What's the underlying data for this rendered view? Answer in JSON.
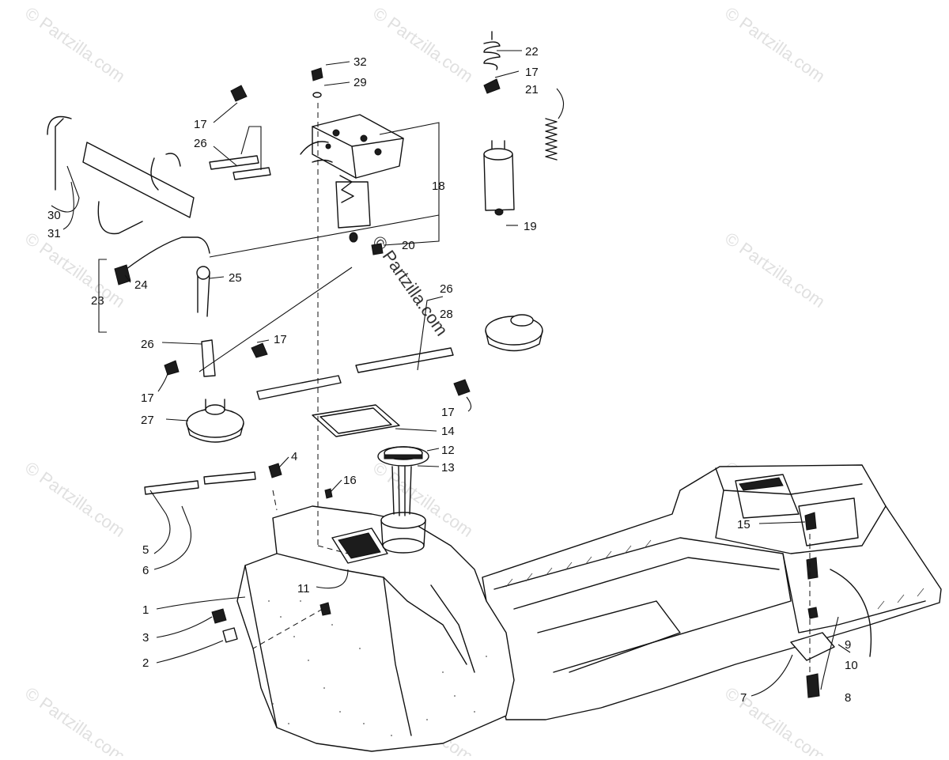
{
  "watermark": {
    "text": "© Partzilla.com",
    "center_text": "© Partzilla.com"
  },
  "callouts": [
    {
      "id": "32",
      "label": "32"
    },
    {
      "id": "29",
      "label": "29"
    },
    {
      "id": "22",
      "label": "22"
    },
    {
      "id": "17a",
      "label": "17"
    },
    {
      "id": "21",
      "label": "21"
    },
    {
      "id": "17b",
      "label": "17"
    },
    {
      "id": "26a",
      "label": "26"
    },
    {
      "id": "18",
      "label": "18"
    },
    {
      "id": "19",
      "label": "19"
    },
    {
      "id": "20",
      "label": "20"
    },
    {
      "id": "30",
      "label": "30"
    },
    {
      "id": "31",
      "label": "31"
    },
    {
      "id": "24",
      "label": "24"
    },
    {
      "id": "25",
      "label": "25"
    },
    {
      "id": "23",
      "label": "23"
    },
    {
      "id": "26b",
      "label": "26"
    },
    {
      "id": "28",
      "label": "28"
    },
    {
      "id": "26c",
      "label": "26"
    },
    {
      "id": "17c",
      "label": "17"
    },
    {
      "id": "17d",
      "label": "17"
    },
    {
      "id": "17e",
      "label": "17"
    },
    {
      "id": "27",
      "label": "27"
    },
    {
      "id": "14",
      "label": "14"
    },
    {
      "id": "12",
      "label": "12"
    },
    {
      "id": "13",
      "label": "13"
    },
    {
      "id": "4",
      "label": "4"
    },
    {
      "id": "16",
      "label": "16"
    },
    {
      "id": "15",
      "label": "15"
    },
    {
      "id": "5",
      "label": "5"
    },
    {
      "id": "6",
      "label": "6"
    },
    {
      "id": "11",
      "label": "11"
    },
    {
      "id": "1",
      "label": "1"
    },
    {
      "id": "3",
      "label": "3"
    },
    {
      "id": "2",
      "label": "2"
    },
    {
      "id": "9",
      "label": "9"
    },
    {
      "id": "10",
      "label": "10"
    },
    {
      "id": "7",
      "label": "7"
    },
    {
      "id": "8",
      "label": "8"
    }
  ]
}
